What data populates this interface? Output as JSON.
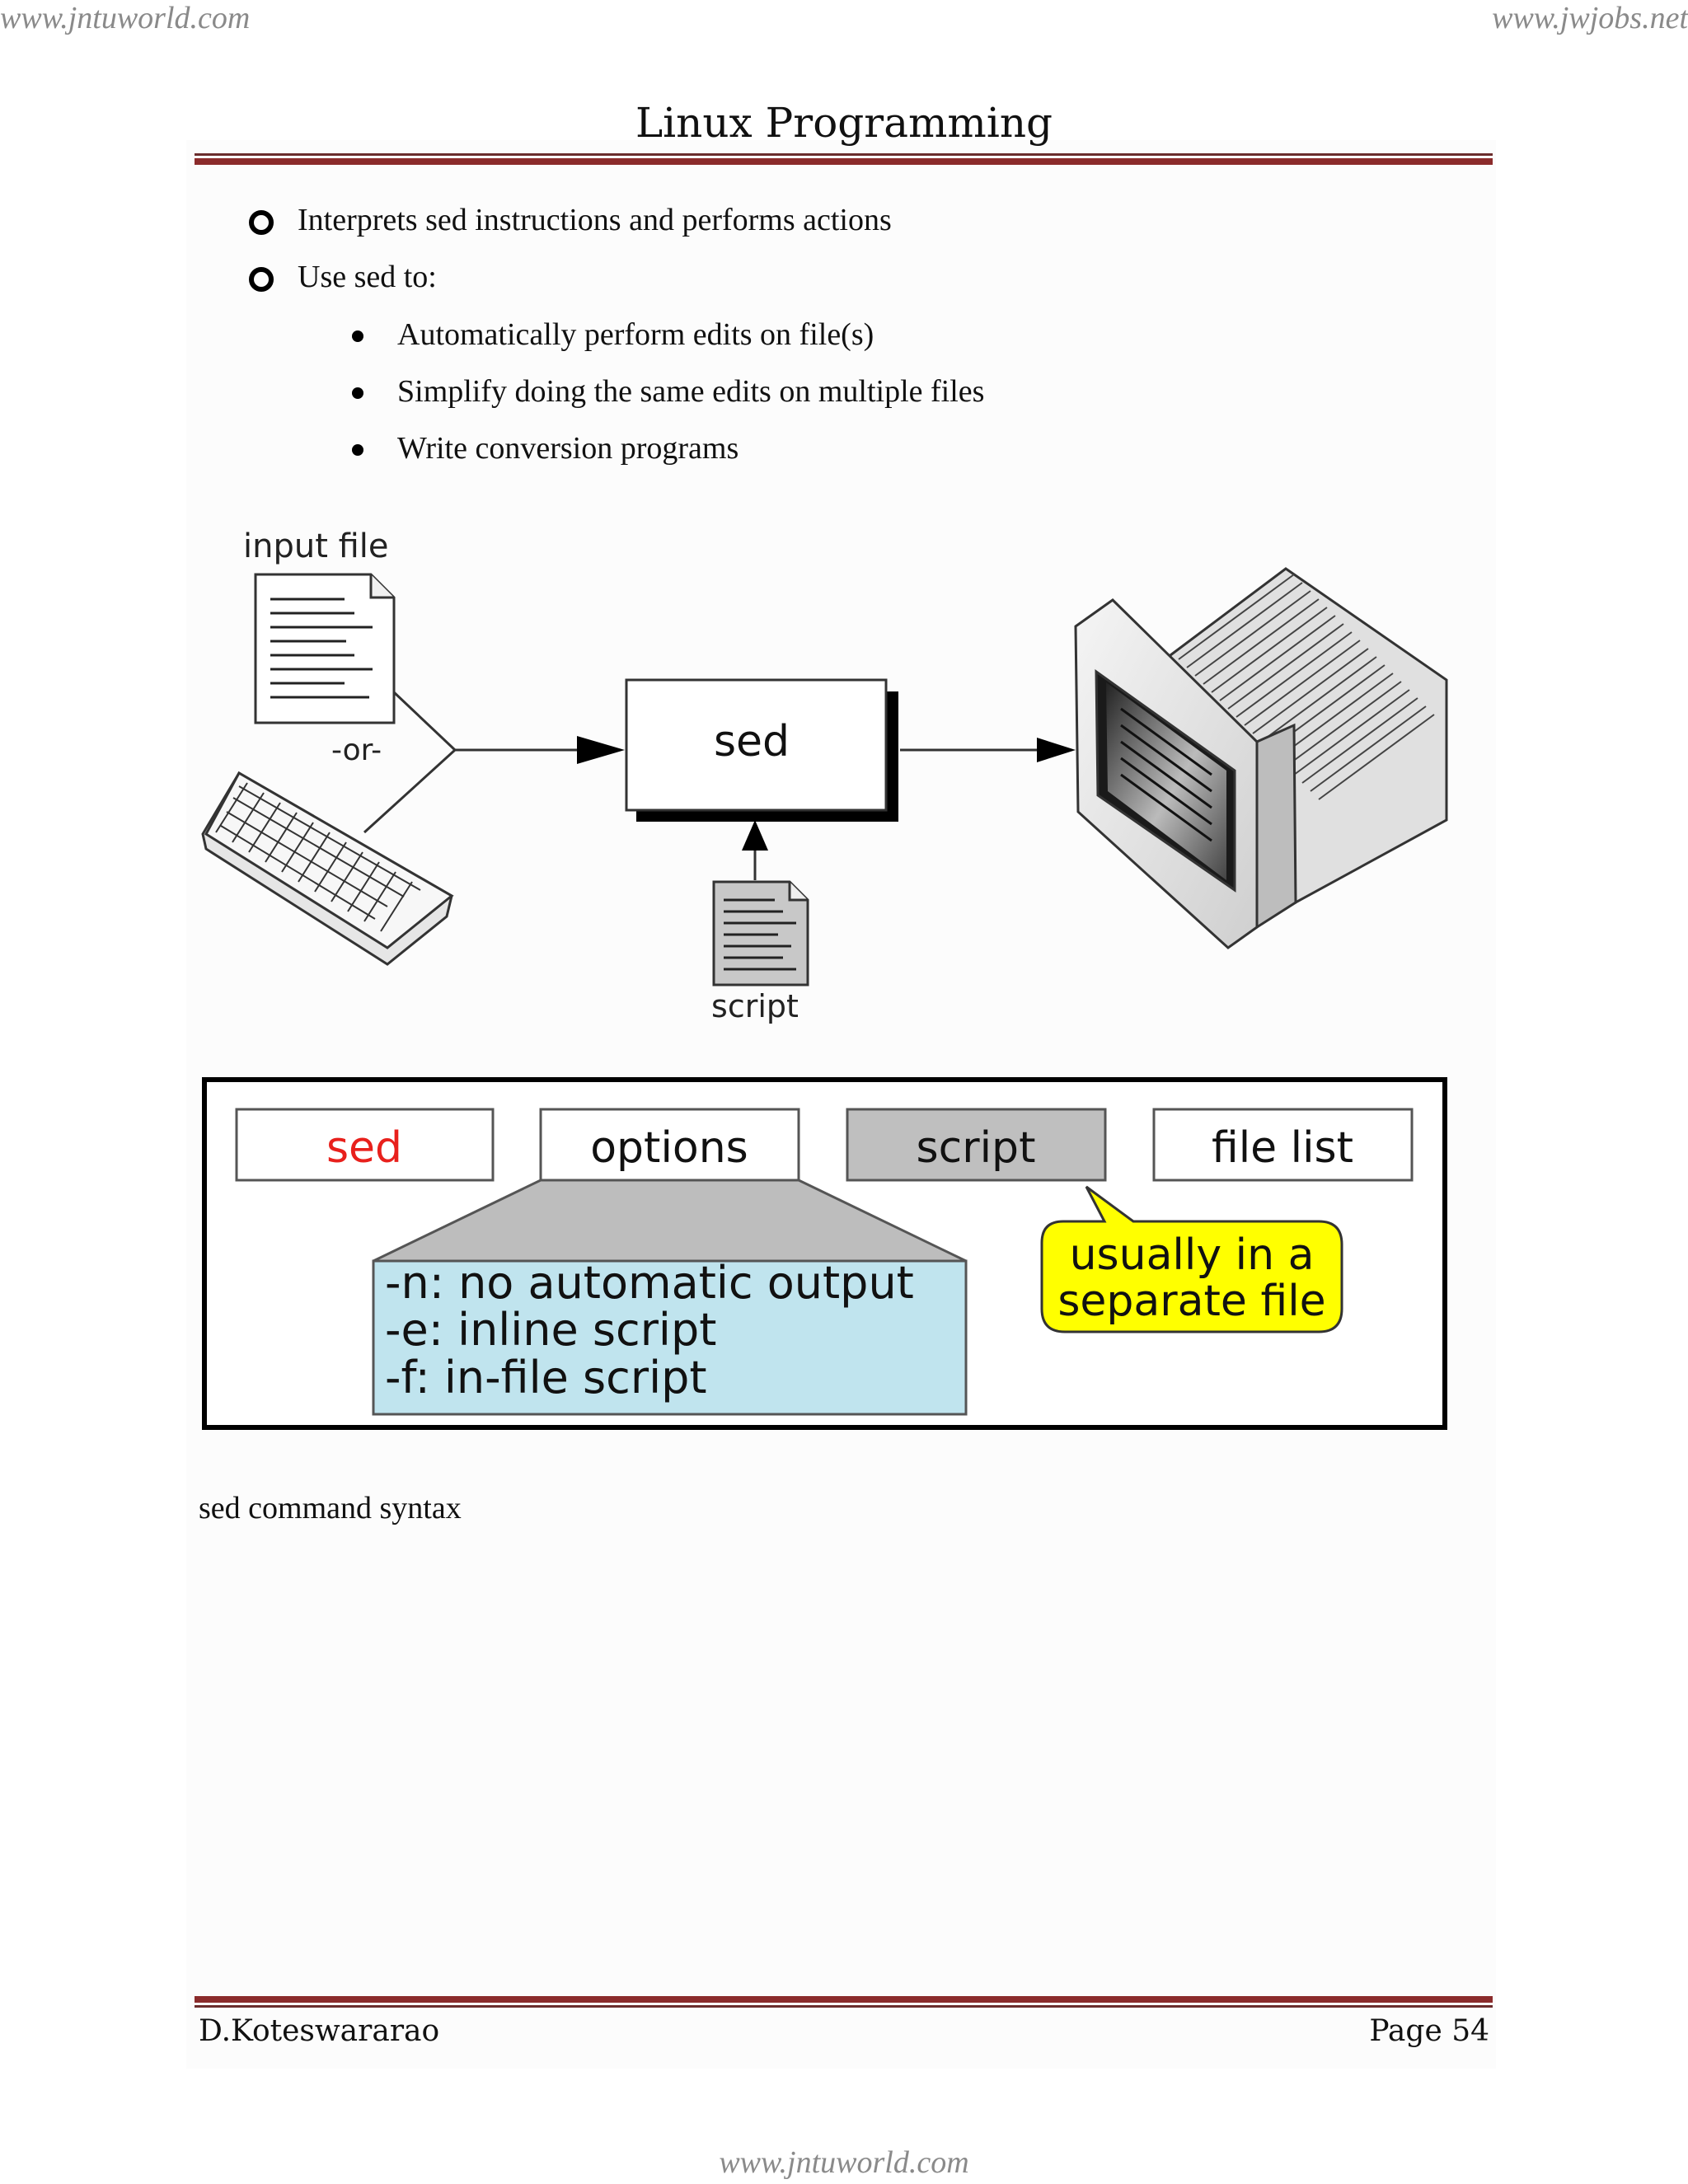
{
  "watermarks": {
    "top_left": "www.jntuworld.com",
    "top_right": "www.jwjobs.net",
    "bottom": "www.jntuworld.com"
  },
  "header": {
    "title": "Linux Programming"
  },
  "bullets": {
    "items": [
      "Interprets sed instructions and performs actions",
      "Use sed to:"
    ],
    "sub_items": [
      "Automatically perform edits on file(s)",
      "Simplify doing the same edits on multiple files",
      "Write conversion programs"
    ]
  },
  "flow_diagram": {
    "input_label": "input file",
    "or_label": "-or-",
    "sed_label": "sed",
    "script_label": "script"
  },
  "syntax_diagram": {
    "boxes": [
      "sed",
      "options",
      "script",
      "file list"
    ],
    "options": [
      "-n: no automatic output",
      "-e: inline script",
      "-f:  in-file script"
    ],
    "callout": [
      "usually in a",
      "separate file"
    ],
    "colors": {
      "sed_text": "#e8201c",
      "options_fill": "#c0e4ee",
      "script_fill": "#bfbfbf",
      "callout_fill": "#ffff00"
    }
  },
  "caption": "sed command syntax",
  "footer": {
    "author": "D.Koteswararao",
    "page": "Page 54"
  }
}
